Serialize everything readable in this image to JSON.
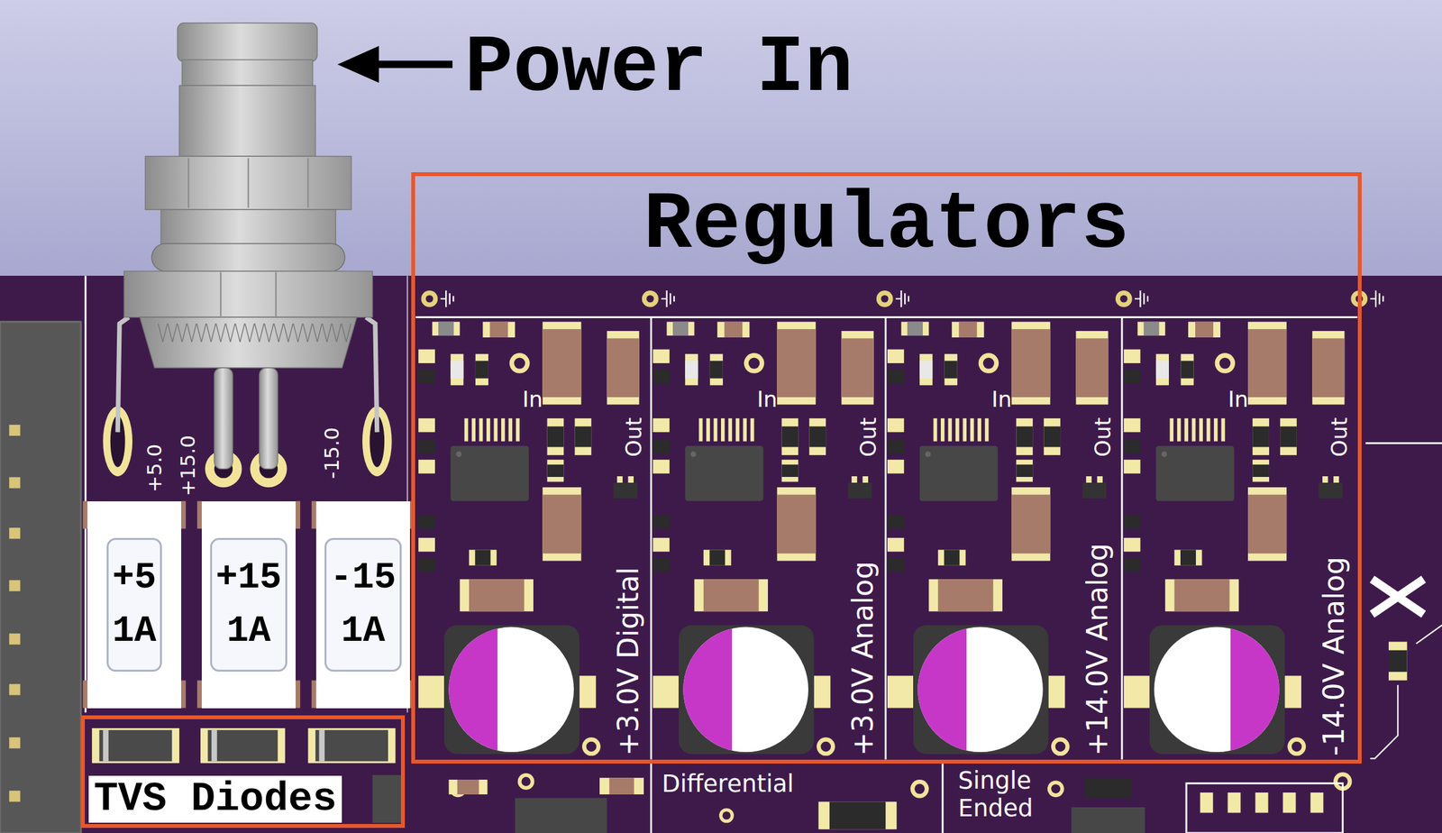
{
  "diagram": {
    "nodes": [
      {
        "text": [
          "Regulators"
        ]
      },
      {
        "text": [
          "+3.0V Digital"
        ],
        "in": 0
      },
      {
        "text": [
          "+3.0V Analog"
        ],
        "in": 0
      },
      {
        "text": [
          "+14.0V Analog"
        ],
        "in": 0
      },
      {
        "text": [
          "-14.0V Analog"
        ],
        "in": 0
      },
      {
        "text": [
          "+5 1A"
        ]
      },
      {
        "text": [
          "+15 1A"
        ]
      },
      {
        "text": [
          "-15 1A"
        ]
      },
      {
        "text": [
          "TVS Diodes"
        ]
      }
    ],
    "labels": [
      "Power In",
      "+5.0",
      "+15.0",
      "-15.0",
      "In",
      "In",
      "In",
      "In",
      "Out",
      "Out",
      "Out",
      "Out",
      "Differential",
      "Single Ended"
    ]
  }
}
